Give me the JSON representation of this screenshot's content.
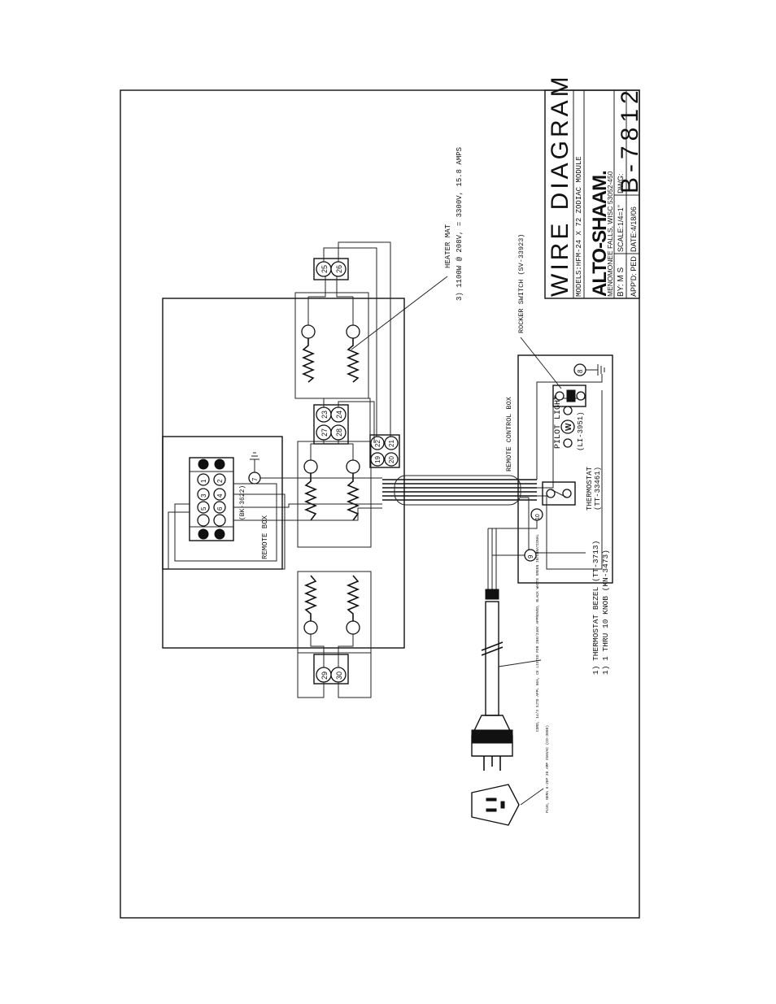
{
  "title_block": {
    "title": "WIRE DIAGRAM",
    "models": "MODELS:HFM-24 X 72 ZODIAC MODULE",
    "brand": "ALTO-SHAAM.",
    "location": "MENOMONEE FALLS, WISC 53052-450",
    "by": "BY: M S",
    "scale": "SCALE:1/4=1\"",
    "dwg_label": "DWG:",
    "appd": "APP'D: PED",
    "date": "DATE:4/18/06",
    "dwg_number": "B-7812"
  },
  "labels": {
    "heater_mat_name": "HEATER MAT",
    "heater_mat_spec": "3) 1100W @ 208V, = 3300V, 15.8 AMPS",
    "rocker_switch": "ROCKER SWITCH (SV-33923)",
    "remote_control_box": "REMOTE CONTROL BOX",
    "pilot_light": "PILOT LIGHT",
    "pilot_light_part": "(LI-3951)",
    "thermostat": "THERMOSTAT",
    "thermostat_part": "(TT-33461)",
    "remote_box": "REMOTE BOX",
    "remote_box_part": "(BK-3622)",
    "note_1": "1) THERMOSTAT BEZEL (TT-3713)",
    "note_2": "1) 1 THRU 10 KNOB (KN-3473)",
    "cord_note": "CORD, 14/3 SJTO APPL 60A, CE LISTED FOR 208/240V APPROVED, BLACK WHITE GREEN INTERNATIONAL",
    "plug_note": "PLUG, NEMA 6-20P 20 AMP 250VAC (CO-3000)"
  },
  "terminals": {
    "remote_box": [
      "1",
      "2",
      "3",
      "4",
      "5",
      "6"
    ],
    "ground_7": "7",
    "ground_8": "8",
    "t9": "9",
    "t10": "10",
    "pair_19_20": [
      "19",
      "20"
    ],
    "pair_21_22": [
      "22",
      "21"
    ],
    "pair_23_28": [
      "27",
      "28",
      "23",
      "24"
    ],
    "pair_25_26": [
      "25",
      "26"
    ],
    "pair_29_30": [
      "29",
      "30"
    ]
  }
}
